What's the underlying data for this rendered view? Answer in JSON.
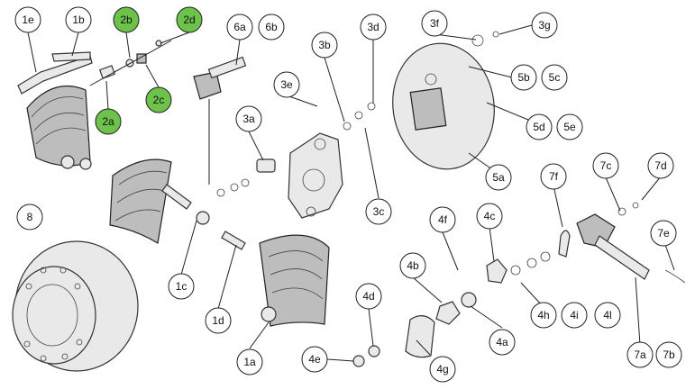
{
  "callouts": [
    {
      "key": "c1e",
      "text": "1e",
      "highlight": false
    },
    {
      "key": "c1b",
      "text": "1b",
      "highlight": false
    },
    {
      "key": "c2b",
      "text": "2b",
      "highlight": true
    },
    {
      "key": "c2d",
      "text": "2d",
      "highlight": true
    },
    {
      "key": "c6a",
      "text": "6a",
      "highlight": false
    },
    {
      "key": "c6b",
      "text": "6b",
      "highlight": false
    },
    {
      "key": "c3d",
      "text": "3d",
      "highlight": false
    },
    {
      "key": "c3f",
      "text": "3f",
      "highlight": false
    },
    {
      "key": "c3g",
      "text": "3g",
      "highlight": false
    },
    {
      "key": "c3b",
      "text": "3b",
      "highlight": false
    },
    {
      "key": "c2c",
      "text": "2c",
      "highlight": true
    },
    {
      "key": "c2a",
      "text": "2a",
      "highlight": true
    },
    {
      "key": "c3e",
      "text": "3e",
      "highlight": false
    },
    {
      "key": "c5b",
      "text": "5b",
      "highlight": false
    },
    {
      "key": "c5c",
      "text": "5c",
      "highlight": false
    },
    {
      "key": "c3a",
      "text": "3a",
      "highlight": false
    },
    {
      "key": "c5d",
      "text": "5d",
      "highlight": false
    },
    {
      "key": "c5e",
      "text": "5e",
      "highlight": false
    },
    {
      "key": "c7c",
      "text": "7c",
      "highlight": false
    },
    {
      "key": "c7d",
      "text": "7d",
      "highlight": false
    },
    {
      "key": "c5a",
      "text": "5a",
      "highlight": false
    },
    {
      "key": "c7f",
      "text": "7f",
      "highlight": false
    },
    {
      "key": "c8",
      "text": "8",
      "highlight": false
    },
    {
      "key": "c3c",
      "text": "3c",
      "highlight": false
    },
    {
      "key": "c4f",
      "text": "4f",
      "highlight": false
    },
    {
      "key": "c4c",
      "text": "4c",
      "highlight": false
    },
    {
      "key": "c7e",
      "text": "7e",
      "highlight": false
    },
    {
      "key": "c1c",
      "text": "1c",
      "highlight": false
    },
    {
      "key": "c4b",
      "text": "4b",
      "highlight": false
    },
    {
      "key": "c1d",
      "text": "1d",
      "highlight": false
    },
    {
      "key": "c4d",
      "text": "4d",
      "highlight": false
    },
    {
      "key": "c4h",
      "text": "4h",
      "highlight": false
    },
    {
      "key": "c4i",
      "text": "4i",
      "highlight": false
    },
    {
      "key": "c4l",
      "text": "4l",
      "highlight": false
    },
    {
      "key": "c4a",
      "text": "4a",
      "highlight": false
    },
    {
      "key": "c4e",
      "text": "4e",
      "highlight": false
    },
    {
      "key": "c1a",
      "text": "1a",
      "highlight": false
    },
    {
      "key": "c4g",
      "text": "4g",
      "highlight": false
    },
    {
      "key": "c7a",
      "text": "7a",
      "highlight": false
    },
    {
      "key": "c7b",
      "text": "7b",
      "highlight": false
    }
  ],
  "colors": {
    "highlight": "#6cc24a",
    "outline": "#222222",
    "background": "#ffffff"
  }
}
